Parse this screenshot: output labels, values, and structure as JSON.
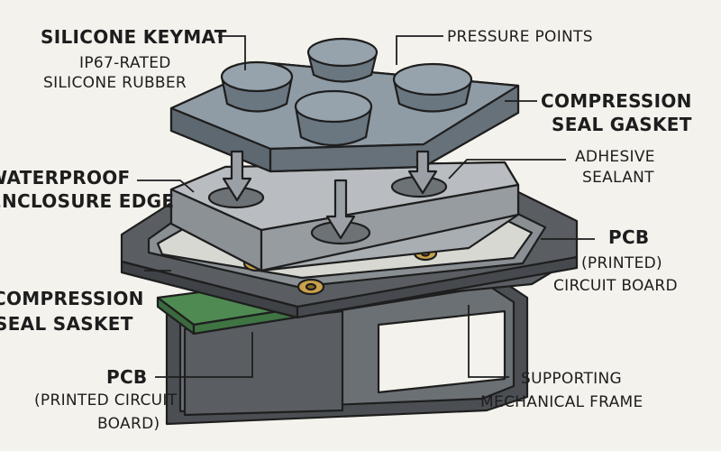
{
  "labels": {
    "silicone_keymat": "SILICONE KEYMAT",
    "silicone_keymat_sub1": "IP67-RATED",
    "silicone_keymat_sub2": "SILICONE RUBBER",
    "pressure_points": "PRESSURE POINTS",
    "compression_gasket_top1": "COMPRESSION",
    "compression_gasket_top2": "SEAL GASKET",
    "adhesive1": "ADHESIVE",
    "adhesive2": "SEALANT",
    "waterproof_edge1": "WATERPROOF",
    "waterproof_edge2": "ENCLOSURE EDGE",
    "pcb_right1": "PCB",
    "pcb_right2": "(PRINTED)",
    "pcb_right3": "CIRCUIT BOARD",
    "compression_sasket1": "COMPRESSION",
    "compression_sasket2": "SEAL SASKET",
    "pcb_left1": "PCB",
    "pcb_left2": "(PRINTED CIRCUIT",
    "pcb_left3": "BOARD)",
    "frame1": "SUPPORTING",
    "frame2": "MECHANICAL FRAME"
  },
  "colors": {
    "background": "#f4f2ec",
    "keymat": "#7f8c96",
    "gasket": "#a9aeb2",
    "enclosure": "#5a5e63",
    "pcb": "#4f8a52",
    "contact": "#c9a24a",
    "outline": "#1e1e1e"
  }
}
